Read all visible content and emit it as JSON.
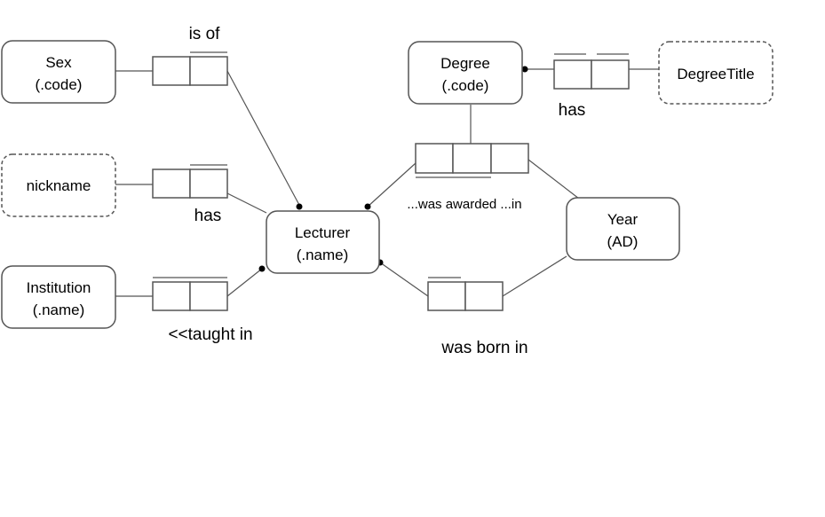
{
  "entities": {
    "sex": {
      "line1": "Sex",
      "line2": "(.code)"
    },
    "nickname": {
      "line1": "nickname"
    },
    "institution": {
      "line1": "Institution",
      "line2": "(.name)"
    },
    "lecturer": {
      "line1": "Lecturer",
      "line2": "(.name)"
    },
    "degree": {
      "line1": "Degree",
      "line2": "(.code)"
    },
    "degree_title": {
      "line1": "DegreeTitle"
    },
    "year": {
      "line1": "Year",
      "line2": "(AD)"
    }
  },
  "facts": {
    "is_of": "is of",
    "has_nickname": "has",
    "taught_in": "<<taught in",
    "was_awarded": "...was awarded ...in",
    "was_born_in": "was born in",
    "has_title": "has"
  }
}
